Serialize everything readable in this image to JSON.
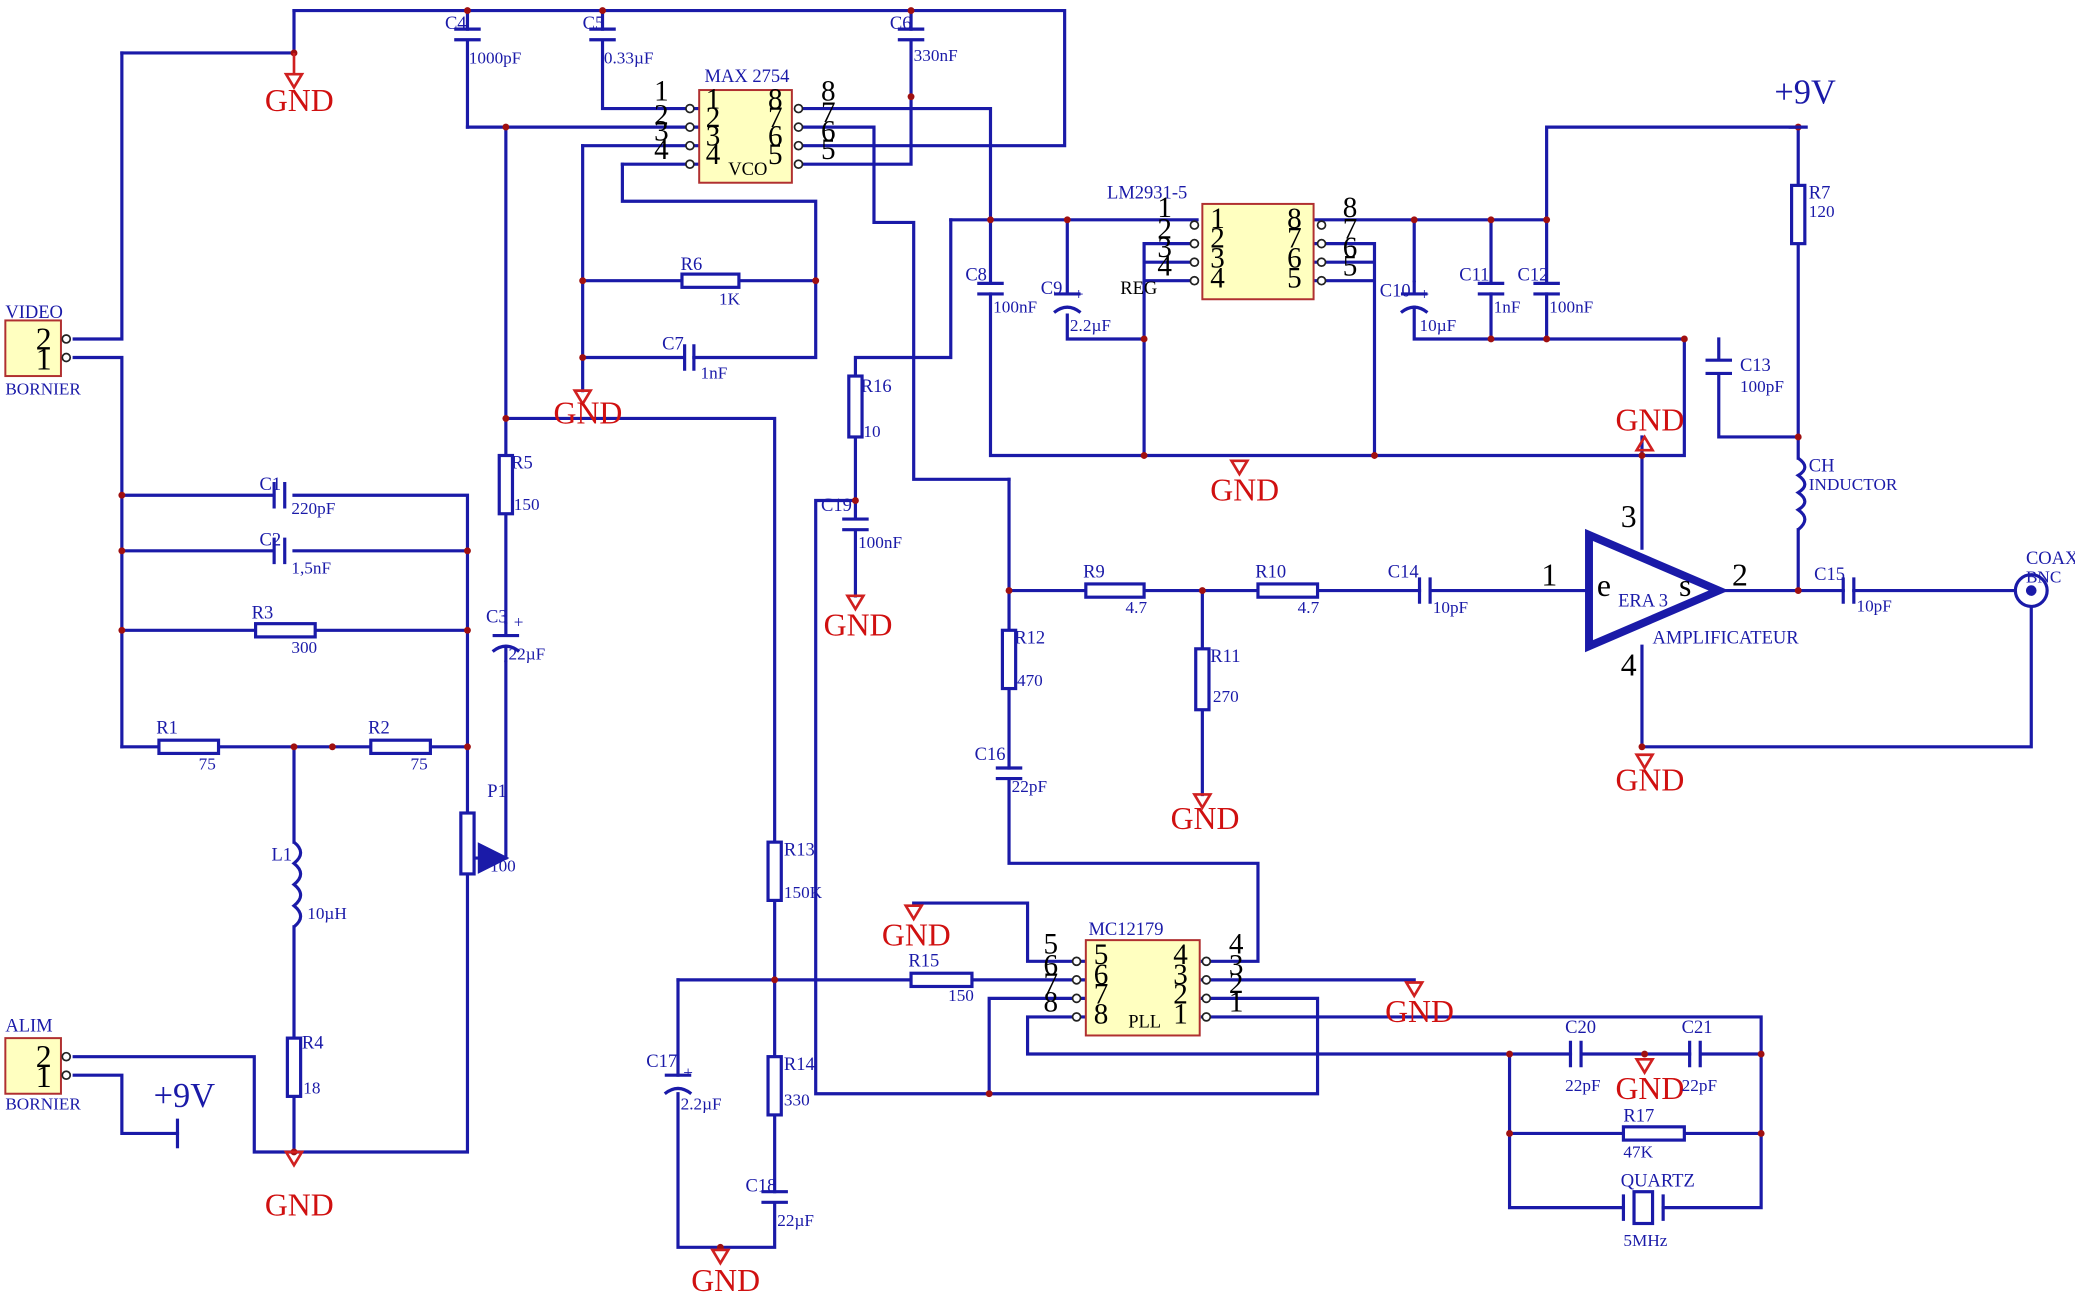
{
  "gnd_label": "GND",
  "supply_label": "+9V",
  "connectors": {
    "video": {
      "name": "VIDEO",
      "sub": "BORNIER",
      "pins": [
        "2",
        "1"
      ]
    },
    "alim": {
      "name": "ALIM",
      "sub": "BORNIER",
      "pins": [
        "2",
        "1"
      ]
    }
  },
  "chips": {
    "vco": {
      "name": "MAX 2754",
      "tag": "VCO",
      "left_pins": [
        "1",
        "2",
        "3",
        "4"
      ],
      "right_pins": [
        "8",
        "7",
        "6",
        "5"
      ],
      "inner_left": [
        "1",
        "2",
        "3",
        "4"
      ],
      "inner_right": [
        "8",
        "7",
        "6",
        "5"
      ]
    },
    "reg": {
      "name": "LM2931-5",
      "tag": "REG",
      "left_pins": [
        "1",
        "2",
        "3",
        "4"
      ],
      "right_pins": [
        "8",
        "7",
        "6",
        "5"
      ],
      "inner_left": [
        "1",
        "2",
        "3",
        "4"
      ],
      "inner_right": [
        "8",
        "7",
        "6",
        "5"
      ]
    },
    "pll": {
      "name": "MC12179",
      "tag": "PLL",
      "left_pins": [
        "5",
        "6",
        "7",
        "8"
      ],
      "right_pins": [
        "4",
        "3",
        "2",
        "1"
      ],
      "inner_left": [
        "5",
        "6",
        "7",
        "8"
      ],
      "inner_right": [
        "4",
        "3",
        "2",
        "1"
      ]
    }
  },
  "amplifier": {
    "name": "ERA 3",
    "label": "AMPLIFICATEUR",
    "in": "e",
    "out": "s",
    "pins": {
      "in": "1",
      "out": "2",
      "top": "3",
      "bottom": "4"
    }
  },
  "coax": {
    "name": "COAX",
    "sub": "BNC"
  },
  "components": {
    "C1": {
      "ref": "C1",
      "val": "220pF"
    },
    "C2": {
      "ref": "C2",
      "val": "1,5nF"
    },
    "C3": {
      "ref": "C3",
      "val": "22µF"
    },
    "C4": {
      "ref": "C4",
      "val": "1000pF"
    },
    "C5": {
      "ref": "C5",
      "val": "0.33µF"
    },
    "C6": {
      "ref": "C6",
      "val": "330nF"
    },
    "C7": {
      "ref": "C7",
      "val": "1nF"
    },
    "C8": {
      "ref": "C8",
      "val": "100nF"
    },
    "C9": {
      "ref": "C9",
      "val": "2.2µF"
    },
    "C10": {
      "ref": "C10",
      "val": "10µF"
    },
    "C11": {
      "ref": "C11",
      "val": "1nF"
    },
    "C12": {
      "ref": "C12",
      "val": "100nF"
    },
    "C13": {
      "ref": "C13",
      "val": "100pF"
    },
    "C14": {
      "ref": "C14",
      "val": "10pF"
    },
    "C15": {
      "ref": "C15",
      "val": "10pF"
    },
    "C16": {
      "ref": "C16",
      "val": "22pF"
    },
    "C17": {
      "ref": "C17",
      "val": "2.2µF"
    },
    "C18": {
      "ref": "C18",
      "val": "22µF"
    },
    "C19": {
      "ref": "C19",
      "val": "100nF"
    },
    "C20": {
      "ref": "C20",
      "val": "22pF"
    },
    "C21": {
      "ref": "C21",
      "val": "22pF"
    },
    "R1": {
      "ref": "R1",
      "val": "75"
    },
    "R2": {
      "ref": "R2",
      "val": "75"
    },
    "R3": {
      "ref": "R3",
      "val": "300"
    },
    "R4": {
      "ref": "R4",
      "val": "18"
    },
    "R5": {
      "ref": "R5",
      "val": "150"
    },
    "R6": {
      "ref": "R6",
      "val": "1K"
    },
    "R7": {
      "ref": "R7",
      "val": "120"
    },
    "R9": {
      "ref": "R9",
      "val": "4.7"
    },
    "R10": {
      "ref": "R10",
      "val": "4.7"
    },
    "R11": {
      "ref": "R11",
      "val": "270"
    },
    "R12": {
      "ref": "R12",
      "val": "470"
    },
    "R13": {
      "ref": "R13",
      "val": "150K"
    },
    "R14": {
      "ref": "R14",
      "val": "330"
    },
    "R15": {
      "ref": "R15",
      "val": "150"
    },
    "R16": {
      "ref": "R16",
      "val": "10"
    },
    "R17": {
      "ref": "R17",
      "val": "47K"
    },
    "L1": {
      "ref": "L1",
      "val": "10µH"
    },
    "CH": {
      "ref": "CH",
      "val": "INDUCTOR"
    },
    "P1": {
      "ref": "P1",
      "val": "100"
    },
    "QUARTZ": {
      "ref": "QUARTZ",
      "val": "5MHz"
    }
  }
}
